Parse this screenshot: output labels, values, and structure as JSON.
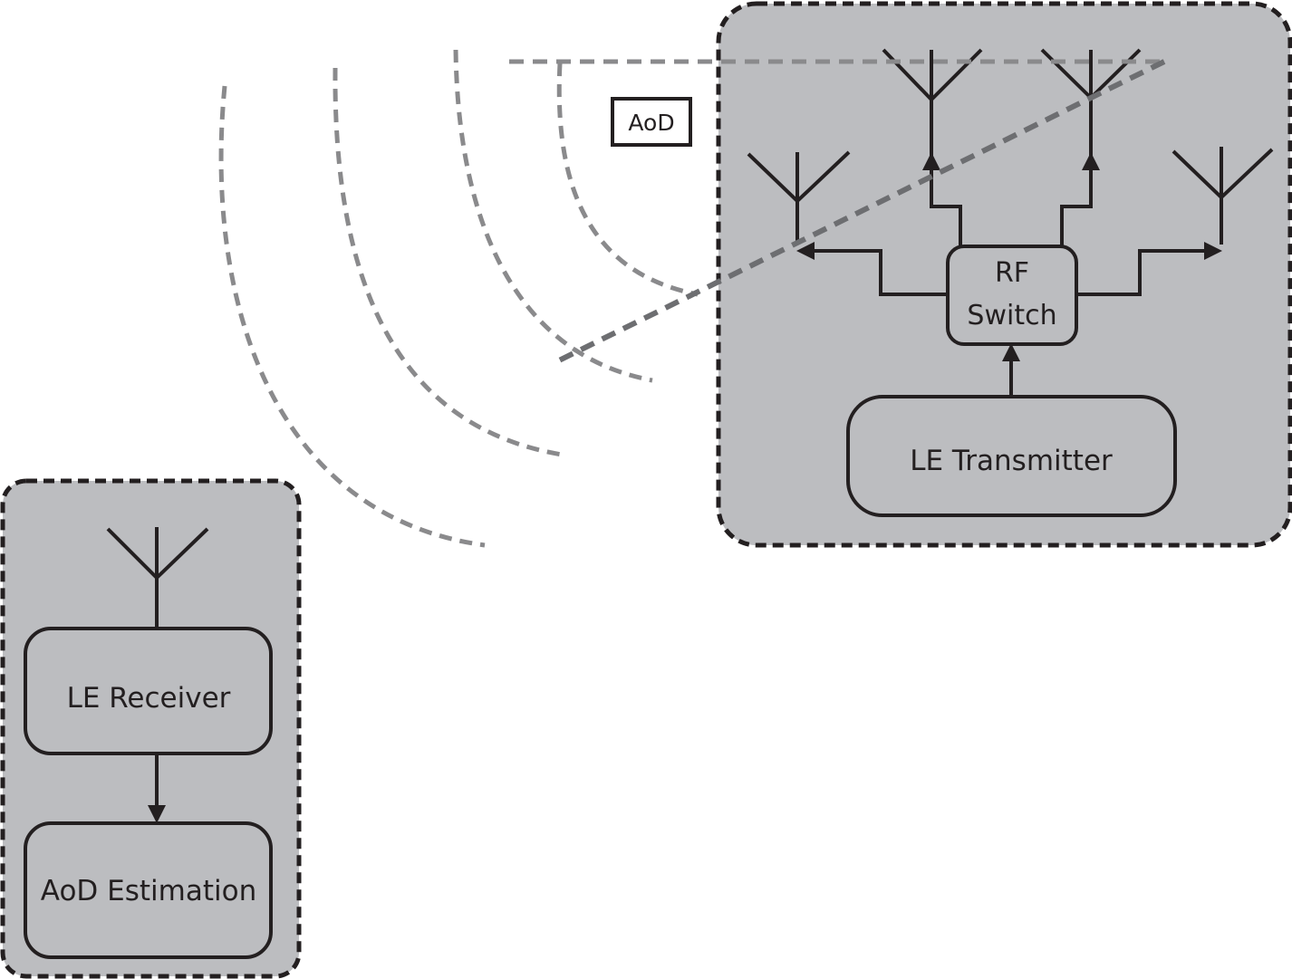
{
  "transmitter_device": {
    "rf_switch_label_line1": "RF",
    "rf_switch_label_line2": "Switch",
    "transmitter_label": "LE Transmitter",
    "antenna_count": 4
  },
  "receiver_device": {
    "receiver_label": "LE Receiver",
    "estimation_label": "AoD Estimation",
    "antenna_count": 1
  },
  "aod_label": "AoD",
  "colors": {
    "panel_fill": "#bcbdc0",
    "line": "#231f20",
    "wave": "#8a8a8c",
    "angle_line": "#6d6e71"
  },
  "icons": [
    "antenna-icon",
    "arrow-icon"
  ]
}
